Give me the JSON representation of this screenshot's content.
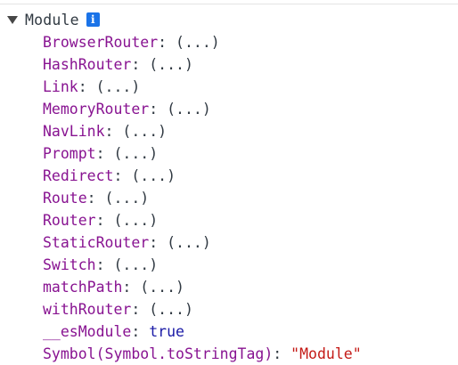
{
  "module": {
    "name": "Module",
    "info_icon": "info-icon",
    "properties": [
      {
        "key": "BrowserRouter",
        "value": "(...)"
      },
      {
        "key": "HashRouter",
        "value": "(...)"
      },
      {
        "key": "Link",
        "value": "(...)"
      },
      {
        "key": "MemoryRouter",
        "value": "(...)"
      },
      {
        "key": "NavLink",
        "value": "(...)"
      },
      {
        "key": "Prompt",
        "value": "(...)"
      },
      {
        "key": "Redirect",
        "value": "(...)"
      },
      {
        "key": "Route",
        "value": "(...)"
      },
      {
        "key": "Router",
        "value": "(...)"
      },
      {
        "key": "StaticRouter",
        "value": "(...)"
      },
      {
        "key": "Switch",
        "value": "(...)"
      },
      {
        "key": "matchPath",
        "value": "(...)"
      },
      {
        "key": "withRouter",
        "value": "(...)"
      },
      {
        "key": "__esModule",
        "value": "true"
      },
      {
        "key": "Symbol(Symbol.toStringTag)",
        "value": "\"Module\""
      }
    ],
    "separator": ": "
  },
  "colors": {
    "key": "#881391",
    "boolean": "#1a1aa6",
    "string": "#c41a16",
    "info_badge": "#1a73e8"
  }
}
